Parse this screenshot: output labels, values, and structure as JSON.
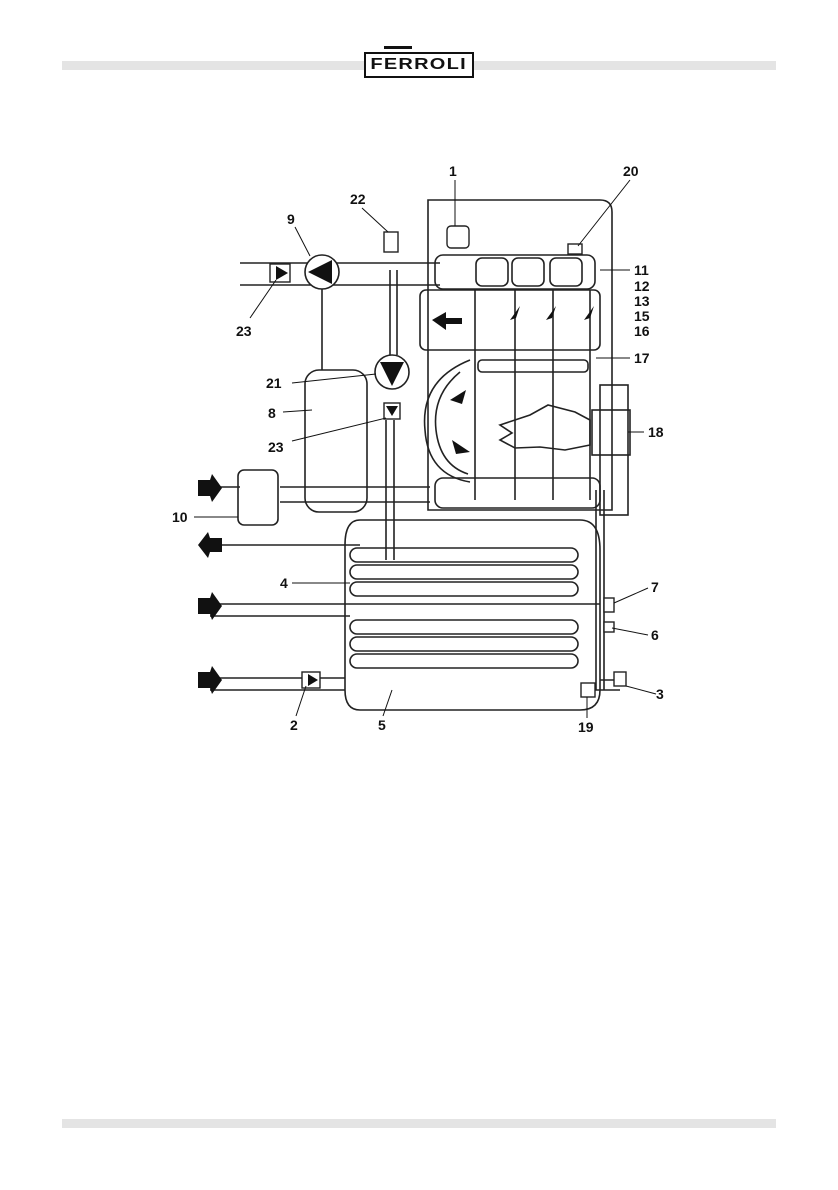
{
  "header": {
    "logo_text": "FERROLI"
  },
  "labels": {
    "l1": "1",
    "l2": "2",
    "l3": "3",
    "l4": "4",
    "l5": "5",
    "l6": "6",
    "l7": "7",
    "l8": "8",
    "l9": "9",
    "l10": "10",
    "l11": "11",
    "l12": "12",
    "l13": "13",
    "l15": "15",
    "l16": "16",
    "l17": "17",
    "l18": "18",
    "l19": "19",
    "l20": "20",
    "l21": "21",
    "l22": "22",
    "l23a": "23",
    "l23b": "23"
  }
}
